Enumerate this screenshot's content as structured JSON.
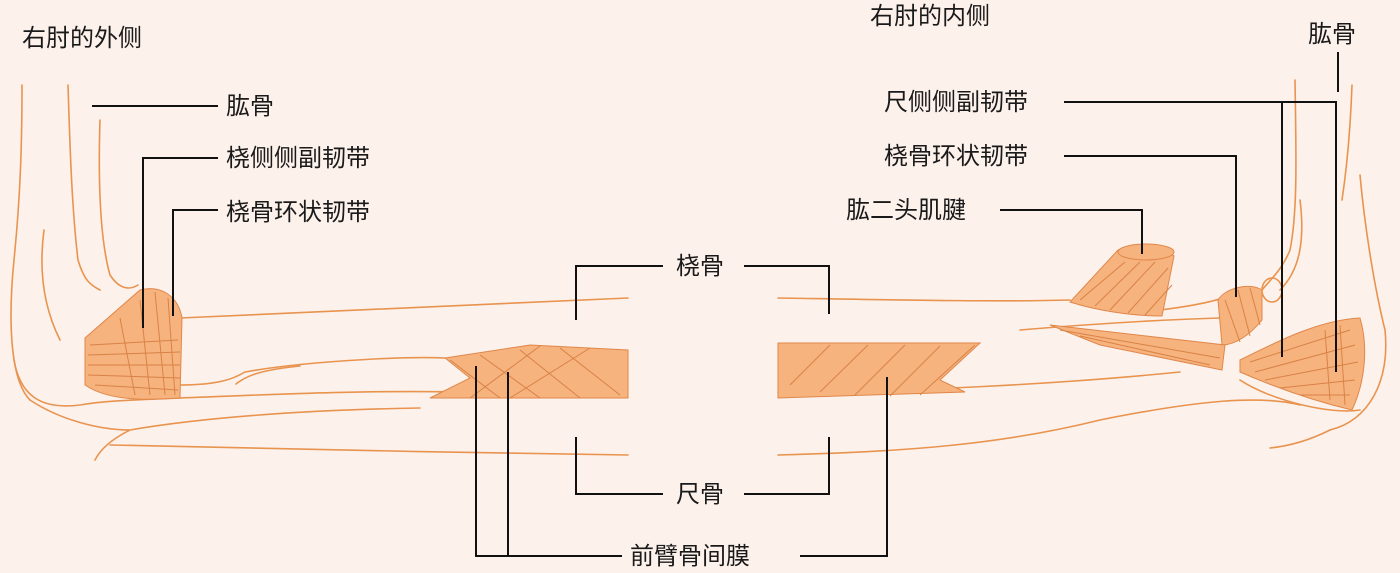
{
  "left_view": {
    "title": "右肘的外侧",
    "humerus": "肱骨",
    "radial_collateral_ligament": "桡侧侧副韧带",
    "annular_ligament": "桡骨环状韧带"
  },
  "right_view": {
    "title": "右肘的内侧",
    "humerus": "肱骨",
    "ulnar_collateral_ligament": "尺侧侧副韧带",
    "annular_ligament": "桡骨环状韧带",
    "biceps_tendon": "肱二头肌腱"
  },
  "center": {
    "radius": "桡骨",
    "ulna": "尺骨",
    "interosseous_membrane": "前臂骨间膜"
  },
  "colors": {
    "background": "#fdf1ec",
    "bone_outline": "#e8944f",
    "ligament_fill": "#f6b37e",
    "leader_line": "#111111"
  }
}
